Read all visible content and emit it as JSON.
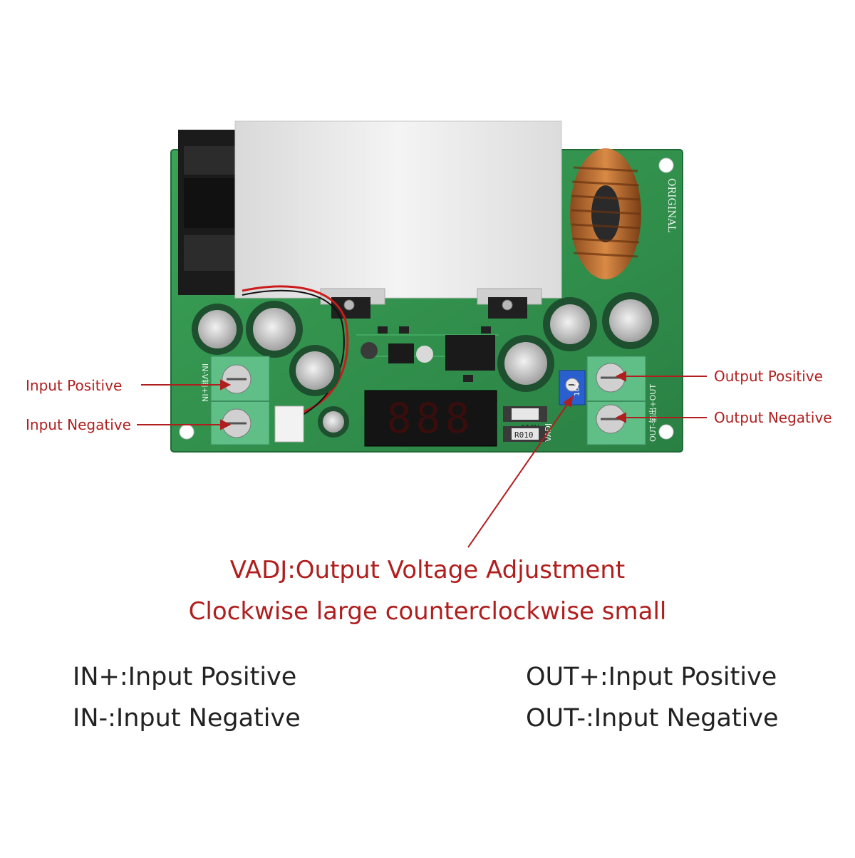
{
  "board": {
    "silkscreen_brand": "ORIGINAL",
    "resistor_1": "R010",
    "resistor_2": "R010",
    "pot_code": "104",
    "vadj_mark": "VADJ",
    "in_mark": "IN-V输+IN",
    "out_mark": "OUT-输出+OUT",
    "display_digits": "888"
  },
  "callouts": {
    "input_positive": "Input Positive",
    "input_negative": "Input Negative",
    "output_positive": "Output Positive",
    "output_negative": "Output Negative"
  },
  "caption": {
    "line1": "VADJ:Output Voltage Adjustment",
    "line2": "Clockwise large counterclockwise small"
  },
  "legend": {
    "in_pos": "IN+:Input Positive",
    "in_neg": "IN-:Input Negative",
    "out_pos": "OUT+:Input Positive",
    "out_neg": "OUT-:Input Negative"
  },
  "colors": {
    "pcb": "#2f8f4a",
    "annotation_red": "#b01e1e",
    "terminal_green": "#5fbf86",
    "heatsink": "#eeeeee"
  }
}
